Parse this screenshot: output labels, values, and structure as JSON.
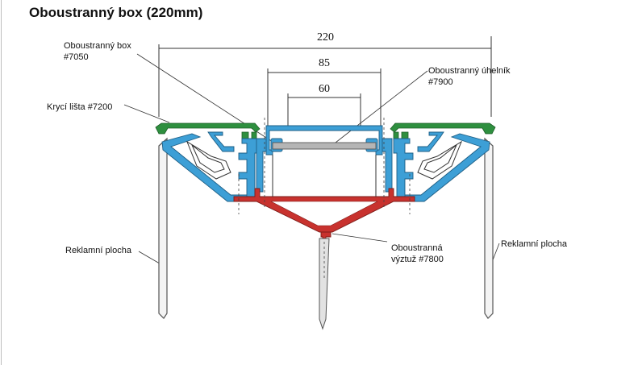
{
  "title": "Oboustranný box (220mm)",
  "dimensions": {
    "outer": "220",
    "middle": "85",
    "inner": "60"
  },
  "labels": {
    "box": {
      "line1": "Oboustranný box",
      "line2": "#7050"
    },
    "cover": "Krycí lišta #7200",
    "corner": {
      "line1": "Oboustranný úhelník",
      "line2": "#7900"
    },
    "ad_left": "Reklamní plocha",
    "ad_right": "Reklamní plocha",
    "stiffener": {
      "line1": "Oboustranná",
      "line2": "výztuž #7800"
    }
  },
  "colors": {
    "profile_blue": "#3d9fd6",
    "cover_green": "#2e8f3f",
    "stiffener_red": "#c8322e",
    "connector_gray": "#b5b5b5",
    "line": "#333333"
  }
}
